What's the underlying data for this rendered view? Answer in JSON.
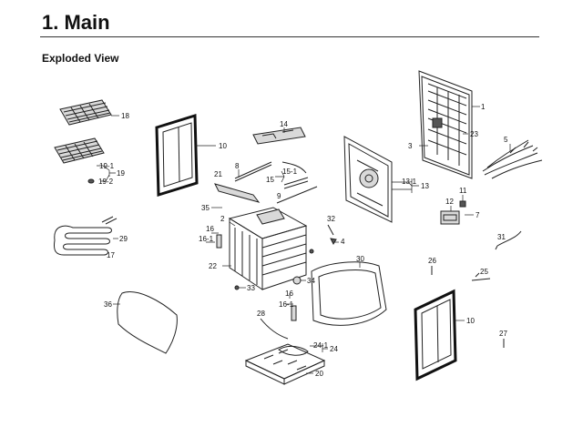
{
  "header": {
    "title": "1.  Main",
    "subtitle": "Exploded View"
  },
  "callouts": {
    "c1": "1",
    "c2": "2",
    "c3": "3",
    "c4": "4",
    "c5": "5",
    "c7": "7",
    "c8": "8",
    "c9": "9",
    "c10a": "10",
    "c10b": "10",
    "c11": "11",
    "c12": "12",
    "c13": "13",
    "c13_1": "13-1",
    "c14": "14",
    "c15": "15",
    "c15_1": "15-1",
    "c16a": "16",
    "c16_1a": "16-1",
    "c16b": "16",
    "c16_1b": "16-1",
    "c17": "17",
    "c18": "18",
    "c19": "19",
    "c19_1": "19-1",
    "c19_2": "19-2",
    "c20": "20",
    "c21": "21",
    "c22": "22",
    "c23": "23",
    "c24": "24",
    "c24_1": "24-1",
    "c25": "25",
    "c26": "26",
    "c27": "27",
    "c28": "28",
    "c29": "29",
    "c30": "30",
    "c31": "31",
    "c32": "32",
    "c33": "33",
    "c34": "34",
    "c35": "35",
    "c36": "36"
  }
}
